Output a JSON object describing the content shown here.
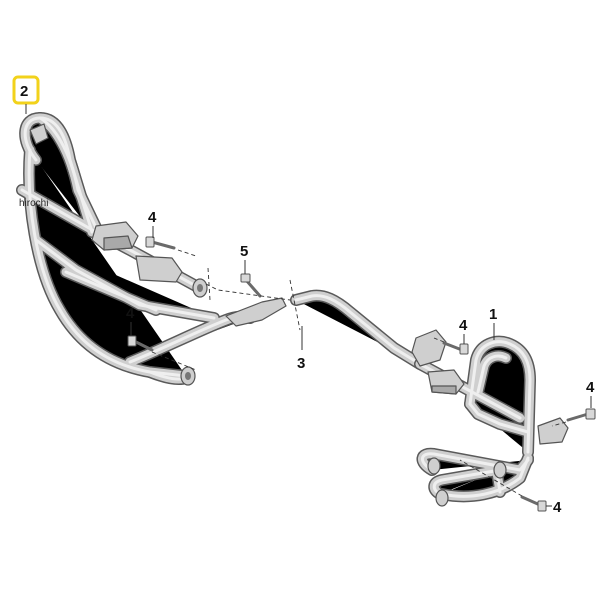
{
  "watermark": "hirochi",
  "highlight_color": "#f2d21b",
  "callouts": {
    "part_2": "2",
    "part_4_upper_left": "4",
    "part_5": "5",
    "part_4_lower_left": "4",
    "part_3": "3",
    "part_4_center": "4",
    "part_1": "1",
    "part_4_right": "4",
    "part_4_bottom": "4"
  }
}
